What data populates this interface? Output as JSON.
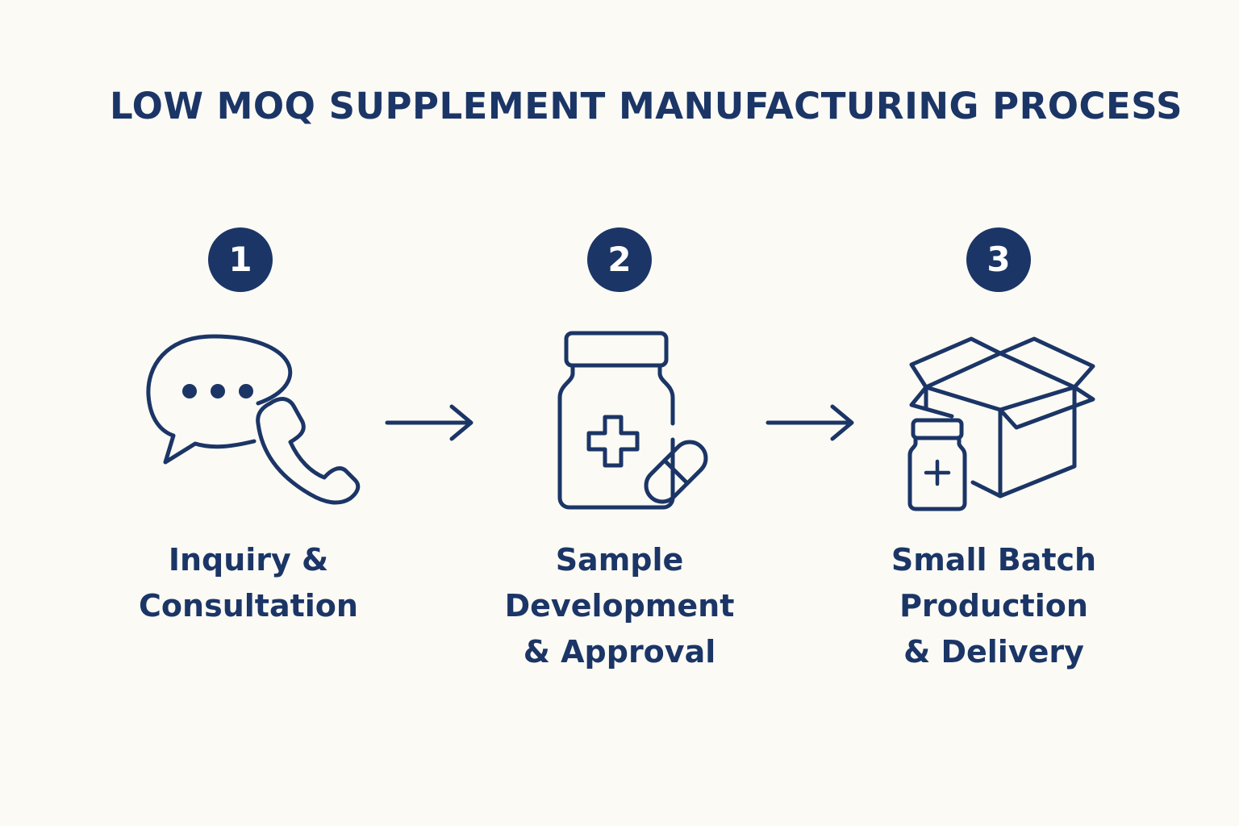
{
  "title": "LOW MOQ SUPPLEMENT MANUFACTURING PROCESS",
  "colors": {
    "primary": "#1b3566",
    "background": "#fbfaf5"
  },
  "steps": [
    {
      "number": "1",
      "label": "Inquiry &\nConsultation",
      "icon": "chat-bubble-phone-icon"
    },
    {
      "number": "2",
      "label": "Sample\nDevelopment\n& Approval",
      "icon": "medicine-bottle-capsule-icon"
    },
    {
      "number": "3",
      "label": "Small Batch\nProduction\n& Delivery",
      "icon": "open-box-bottle-icon"
    }
  ]
}
